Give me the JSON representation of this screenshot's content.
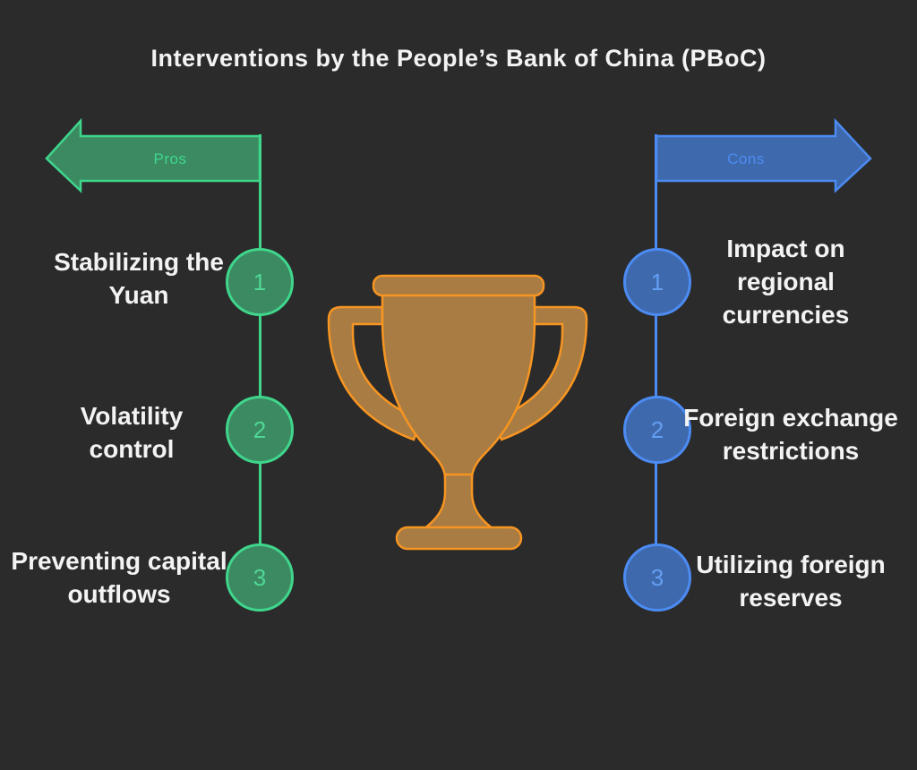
{
  "title": "Interventions by the People’s Bank of China (PBoC)",
  "background_color": "#2b2b2b",
  "text_color": "#f3f3f3",
  "pros": {
    "label": "Pros",
    "fill_color": "#3c8a62",
    "accent_color": "#3fd68c",
    "items": [
      {
        "num": "1",
        "text": "Stabilizing the Yuan"
      },
      {
        "num": "2",
        "text": "Volatility control"
      },
      {
        "num": "3",
        "text": "Preventing capital outflows"
      }
    ]
  },
  "cons": {
    "label": "Cons",
    "fill_color": "#3f69ad",
    "accent_color": "#4c8bf2",
    "items": [
      {
        "num": "1",
        "text": "Impact on regional currencies"
      },
      {
        "num": "2",
        "text": "Foreign exchange restrictions"
      },
      {
        "num": "3",
        "text": "Utilizing foreign reserves"
      }
    ]
  },
  "trophy_icon": {
    "name": "trophy-icon",
    "fill_color": "#a87c42",
    "stroke_color": "#f79522"
  }
}
